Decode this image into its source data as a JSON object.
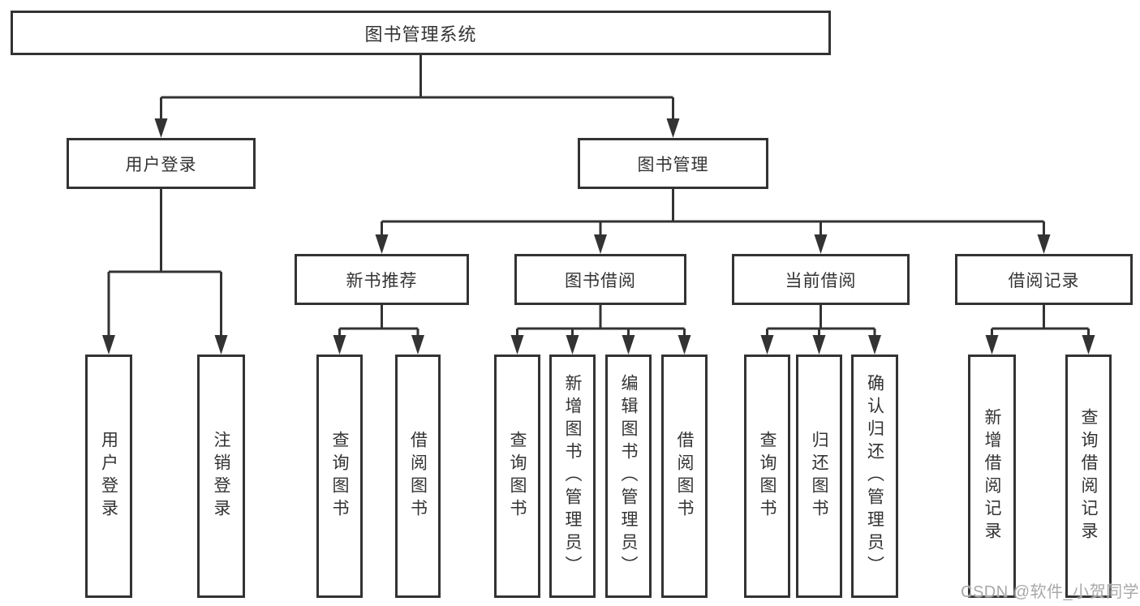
{
  "page": {
    "background_color": "#ffffff",
    "line_color": "#333333",
    "text_color": "#333333",
    "watermark_color": "#a8a8a8"
  },
  "watermark": {
    "text": "CSDN @软件_小贺同学"
  },
  "diagram": {
    "type": "hierarchy-tree",
    "title": "图书管理系统",
    "nodes": [
      {
        "id": "root",
        "label": "图书管理系统",
        "orientation": "horizontal",
        "parent": null
      },
      {
        "id": "user-login",
        "label": "用户登录",
        "orientation": "horizontal",
        "parent": "root"
      },
      {
        "id": "book-management",
        "label": "图书管理",
        "orientation": "horizontal",
        "parent": "root"
      },
      {
        "id": "new-book-recommend",
        "label": "新书推荐",
        "orientation": "horizontal",
        "parent": "book-management"
      },
      {
        "id": "book-borrowing",
        "label": "图书借阅",
        "orientation": "horizontal",
        "parent": "book-management"
      },
      {
        "id": "current-borrowing",
        "label": "当前借阅",
        "orientation": "horizontal",
        "parent": "book-management"
      },
      {
        "id": "borrowing-records",
        "label": "借阅记录",
        "orientation": "horizontal",
        "parent": "book-management"
      },
      {
        "id": "v-user-login",
        "label": "用户登录",
        "orientation": "vertical",
        "parent": "user-login"
      },
      {
        "id": "v-logout",
        "label": "注销登录",
        "orientation": "vertical",
        "parent": "user-login"
      },
      {
        "id": "v-query-books-1",
        "label": "查询图书",
        "orientation": "vertical",
        "parent": "new-book-recommend"
      },
      {
        "id": "v-borrow-books-1",
        "label": "借阅图书",
        "orientation": "vertical",
        "parent": "new-book-recommend"
      },
      {
        "id": "v-query-books-2",
        "label": "查询图书",
        "orientation": "vertical",
        "parent": "book-borrowing"
      },
      {
        "id": "v-add-books",
        "label": "新增图书（管理员）",
        "orientation": "vertical",
        "parent": "book-borrowing"
      },
      {
        "id": "v-edit-books",
        "label": "编辑图书（管理员）",
        "orientation": "vertical",
        "parent": "book-borrowing"
      },
      {
        "id": "v-borrow-books-2",
        "label": "借阅图书",
        "orientation": "vertical",
        "parent": "book-borrowing"
      },
      {
        "id": "v-query-books-3",
        "label": "查询图书",
        "orientation": "vertical",
        "parent": "current-borrowing"
      },
      {
        "id": "v-return-books",
        "label": "归还图书",
        "orientation": "vertical",
        "parent": "current-borrowing"
      },
      {
        "id": "v-confirm-return",
        "label": "确认归还（管理员）",
        "orientation": "vertical",
        "parent": "current-borrowing"
      },
      {
        "id": "v-add-borrow-record",
        "label": "新增借阅记录",
        "orientation": "vertical",
        "parent": "borrowing-records"
      },
      {
        "id": "v-query-borrow-record",
        "label": "查询借阅记录",
        "orientation": "vertical",
        "parent": "borrowing-records"
      }
    ]
  }
}
